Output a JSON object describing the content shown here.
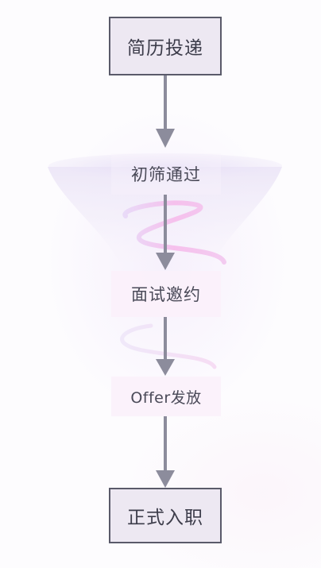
{
  "diagram": {
    "nodes": [
      {
        "label": "简历投递"
      },
      {
        "label": "初筛通过"
      },
      {
        "label": "面试邀约"
      },
      {
        "label": "Offer发放"
      },
      {
        "label": "正式入职"
      }
    ]
  },
  "colors": {
    "arrow": "#8c8c9c",
    "box_border": "#5a5a6a",
    "box_fill": "#ede8f2",
    "text": "#3c3c4a",
    "ribbon_pink": "#f5b7ea",
    "ribbon_lavender": "#e6d2f6"
  }
}
